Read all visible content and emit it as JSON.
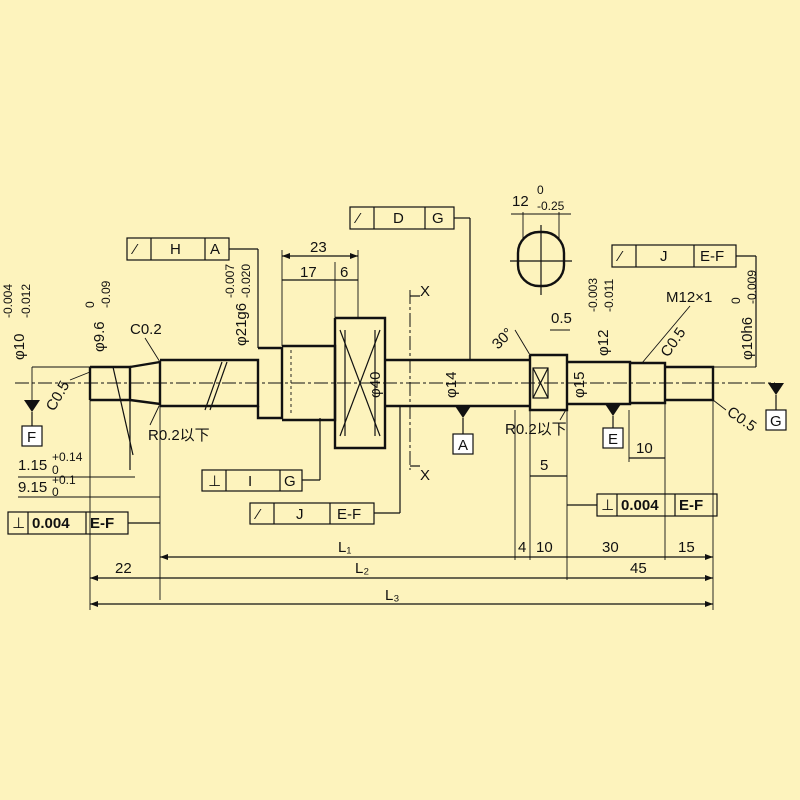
{
  "colors": {
    "background": "#fdf3bd",
    "ink": "#111111"
  },
  "dimensions": {
    "d23": "23",
    "d17": "17",
    "d6": "6",
    "dL1": "L₁",
    "dL2": "L₂",
    "dL3": "L₃",
    "d22": "22",
    "d4": "4",
    "d10a": "10",
    "d30": "30",
    "d15": "15",
    "d45": "45",
    "d5": "5",
    "d10b": "10",
    "d05": "0.5",
    "angle30": "30°",
    "slot": "12",
    "slot_tol_up": "0",
    "slot_tol_lo": "-0.25"
  },
  "diameters": {
    "phi10": "φ10",
    "phi10_up": "-0.004",
    "phi10_lo": "-0.012",
    "phi96": "φ9.6",
    "phi96_up": "0",
    "phi96_lo": "-0.09",
    "phi21": "φ21g6",
    "phi21_up": "-0.007",
    "phi21_lo": "-0.020",
    "phi40": "φ40",
    "phi14": "φ14",
    "phi15": "φ15",
    "phi12": "φ12",
    "phi12_up": "-0.003",
    "phi12_lo": "-0.011",
    "phi10h6": "φ10h6",
    "phi10h6_up": "0",
    "phi10h6_lo": "-0.009"
  },
  "labels": {
    "c02": "C0.2",
    "c05_left": "C0.5",
    "c05_mid": "C0.5",
    "c05_right": "C0.5",
    "m12": "M12×1",
    "r02_left": "R0.2以下",
    "r02_right": "R0.2以下",
    "x_top": "X",
    "x_bottom": "X",
    "g1": "1.15",
    "g1_up": "+0.14",
    "g1_lo": "0",
    "g2": "9.15",
    "g2_up": "+0.1",
    "g2_lo": "0"
  },
  "frames": {
    "f_dg": {
      "sym": "⁄",
      "a": "D",
      "b": "G"
    },
    "f_ha": {
      "sym": "⁄",
      "a": "H",
      "b": "A"
    },
    "f_jef_top": {
      "sym": "⁄",
      "a": "J",
      "b": "E-F"
    },
    "f_ig": {
      "sym": "⊥",
      "a": "I",
      "b": "G"
    },
    "f_jef_mid": {
      "sym": "⁄",
      "a": "J",
      "b": "E-F"
    },
    "f_perp_left": {
      "sym": "⊥",
      "a": "0.004",
      "b": "E-F"
    },
    "f_perp_right": {
      "sym": "⊥",
      "a": "0.004",
      "b": "E-F"
    }
  },
  "datums": {
    "F": "F",
    "A": "A",
    "E": "E",
    "G": "G"
  }
}
